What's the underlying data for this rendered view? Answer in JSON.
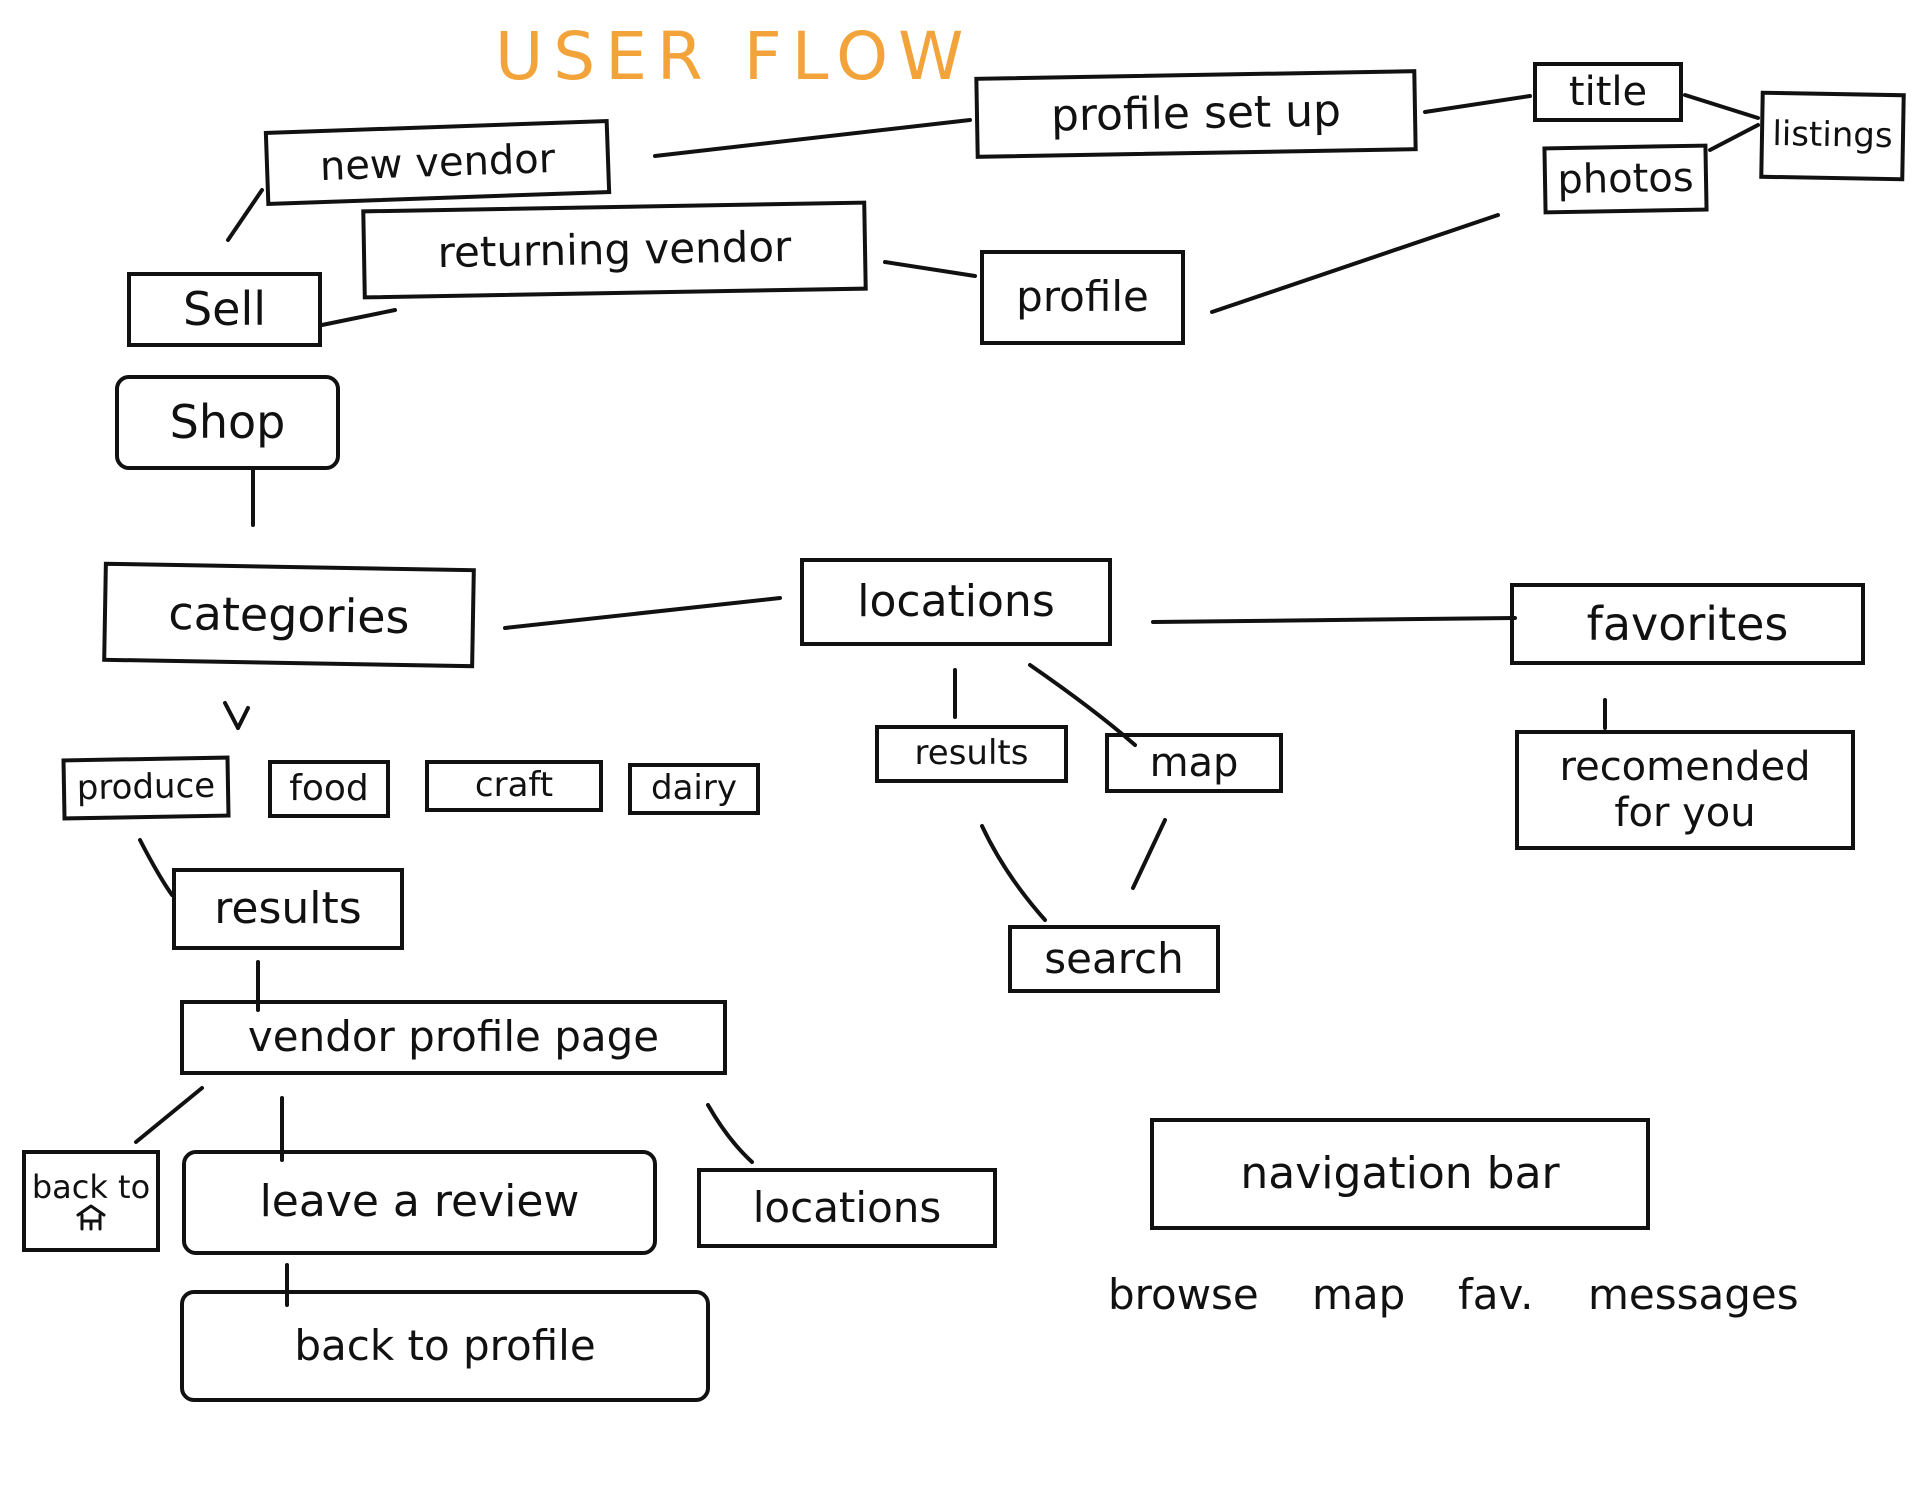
{
  "title": "USER FLOW",
  "colors": {
    "title": "#f2a33a",
    "ink": "#111111"
  },
  "nodes": {
    "new_vendor": "new vendor",
    "returning_vendor": "returning vendor",
    "profile_set_up": "profile set up",
    "title": "title",
    "photos": "photos",
    "listings": "listings",
    "profile": "profile",
    "sell": "Sell",
    "shop": "Shop",
    "categories": "categories",
    "locations": "locations",
    "favorites": "favorites",
    "produce": "produce",
    "food": "food",
    "craft": "craft",
    "dairy": "dairy",
    "results_categories": "results",
    "results_locations": "results",
    "map": "map",
    "search": "search",
    "recommended_for_you": "recomended for you",
    "vendor_profile_page": "vendor profile page",
    "back_to_home": "back to",
    "leave_a_review": "leave a review",
    "vendor_locations": "locations",
    "back_to_profile": "back to profile",
    "navigation_bar": "navigation bar"
  },
  "navigation_items": [
    "browse",
    "map",
    "fav.",
    "messages"
  ],
  "icons": {
    "home": "home-icon"
  }
}
